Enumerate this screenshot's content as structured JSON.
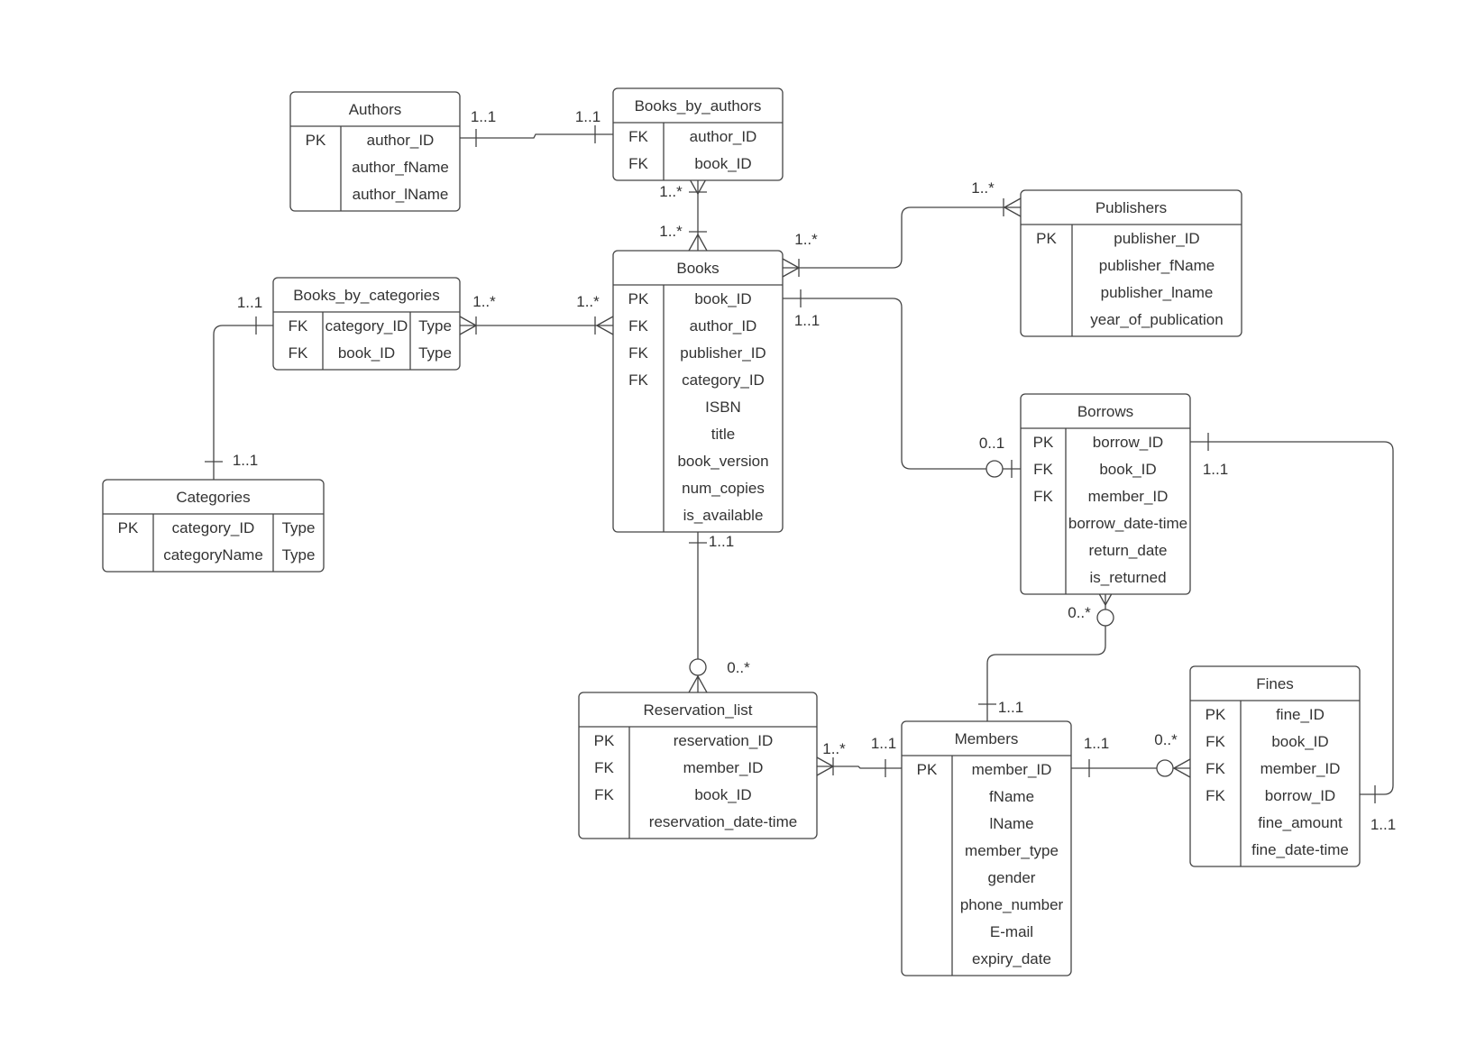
{
  "entities": [
    {
      "id": "authors",
      "title": "Authors",
      "rows": [
        [
          "PK",
          "author_ID"
        ],
        [
          "",
          "author_fName"
        ],
        [
          "",
          "author_lName"
        ]
      ]
    },
    {
      "id": "books_by_authors",
      "title": "Books_by_authors",
      "rows": [
        [
          "FK",
          "author_ID"
        ],
        [
          "FK",
          "book_ID"
        ]
      ]
    },
    {
      "id": "publishers",
      "title": "Publishers",
      "rows": [
        [
          "PK",
          "publisher_ID"
        ],
        [
          "",
          "publisher_fName"
        ],
        [
          "",
          "publisher_lname"
        ],
        [
          "",
          "year_of_publication"
        ]
      ]
    },
    {
      "id": "books",
      "title": "Books",
      "rows": [
        [
          "PK",
          "book_ID"
        ],
        [
          "FK",
          "author_ID"
        ],
        [
          "FK",
          "publisher_ID"
        ],
        [
          "FK",
          "category_ID"
        ],
        [
          "",
          "ISBN"
        ],
        [
          "",
          "title"
        ],
        [
          "",
          "book_version"
        ],
        [
          "",
          "num_copies"
        ],
        [
          "",
          "is_available"
        ]
      ]
    },
    {
      "id": "books_by_categories",
      "title": "Books_by_categories",
      "rows": [
        [
          "FK",
          "category_ID",
          "Type"
        ],
        [
          "FK",
          "book_ID",
          "Type"
        ]
      ]
    },
    {
      "id": "categories",
      "title": "Categories",
      "rows": [
        [
          "PK",
          "category_ID",
          "Type"
        ],
        [
          "",
          "categoryName",
          "Type"
        ]
      ]
    },
    {
      "id": "borrows",
      "title": "Borrows",
      "rows": [
        [
          "PK",
          "borrow_ID"
        ],
        [
          "FK",
          "book_ID"
        ],
        [
          "FK",
          "member_ID"
        ],
        [
          "",
          "borrow_date-time"
        ],
        [
          "",
          "return_date"
        ],
        [
          "",
          "is_returned"
        ]
      ]
    },
    {
      "id": "reservation_list",
      "title": "Reservation_list",
      "rows": [
        [
          "PK",
          "reservation_ID"
        ],
        [
          "FK",
          "member_ID"
        ],
        [
          "FK",
          "book_ID"
        ],
        [
          "",
          "reservation_date-time"
        ]
      ]
    },
    {
      "id": "members",
      "title": "Members",
      "rows": [
        [
          "PK",
          "member_ID"
        ],
        [
          "",
          "fName"
        ],
        [
          "",
          "lName"
        ],
        [
          "",
          "member_type"
        ],
        [
          "",
          "gender"
        ],
        [
          "",
          "phone_number"
        ],
        [
          "",
          "E-mail"
        ],
        [
          "",
          "expiry_date"
        ]
      ]
    },
    {
      "id": "fines",
      "title": "Fines",
      "rows": [
        [
          "PK",
          "fine_ID"
        ],
        [
          "FK",
          "book_ID"
        ],
        [
          "FK",
          "member_ID"
        ],
        [
          "FK",
          "borrow_ID"
        ],
        [
          "",
          "fine_amount"
        ],
        [
          "",
          "fine_date-time"
        ]
      ]
    }
  ],
  "cardinalities": [
    {
      "id": "authors_bba_a",
      "text": "1..1"
    },
    {
      "id": "authors_bba_b",
      "text": "1..1"
    },
    {
      "id": "bba_books_a",
      "text": "1..*"
    },
    {
      "id": "bba_books_b",
      "text": "1..*"
    },
    {
      "id": "books_pub_a",
      "text": "1..*"
    },
    {
      "id": "books_pub_b",
      "text": "1..*"
    },
    {
      "id": "bbc_books_a",
      "text": "1..*"
    },
    {
      "id": "bbc_books_b",
      "text": "1..*"
    },
    {
      "id": "bbc_cat_a",
      "text": "1..1"
    },
    {
      "id": "bbc_cat_b",
      "text": "1..1"
    },
    {
      "id": "books_borrows_a",
      "text": "1..1"
    },
    {
      "id": "books_borrows_b",
      "text": "0..1"
    },
    {
      "id": "books_res_a",
      "text": "1..1"
    },
    {
      "id": "books_res_b",
      "text": "0..*"
    },
    {
      "id": "borrows_members_a",
      "text": "0..*"
    },
    {
      "id": "borrows_members_b",
      "text": "1..1"
    },
    {
      "id": "res_members_a",
      "text": "1..*"
    },
    {
      "id": "res_members_b",
      "text": "1..1"
    },
    {
      "id": "members_fines_a",
      "text": "1..1"
    },
    {
      "id": "members_fines_b",
      "text": "0..*"
    },
    {
      "id": "borrows_fines_a",
      "text": "1..1"
    },
    {
      "id": "borrows_fines_b",
      "text": "1..1"
    }
  ]
}
